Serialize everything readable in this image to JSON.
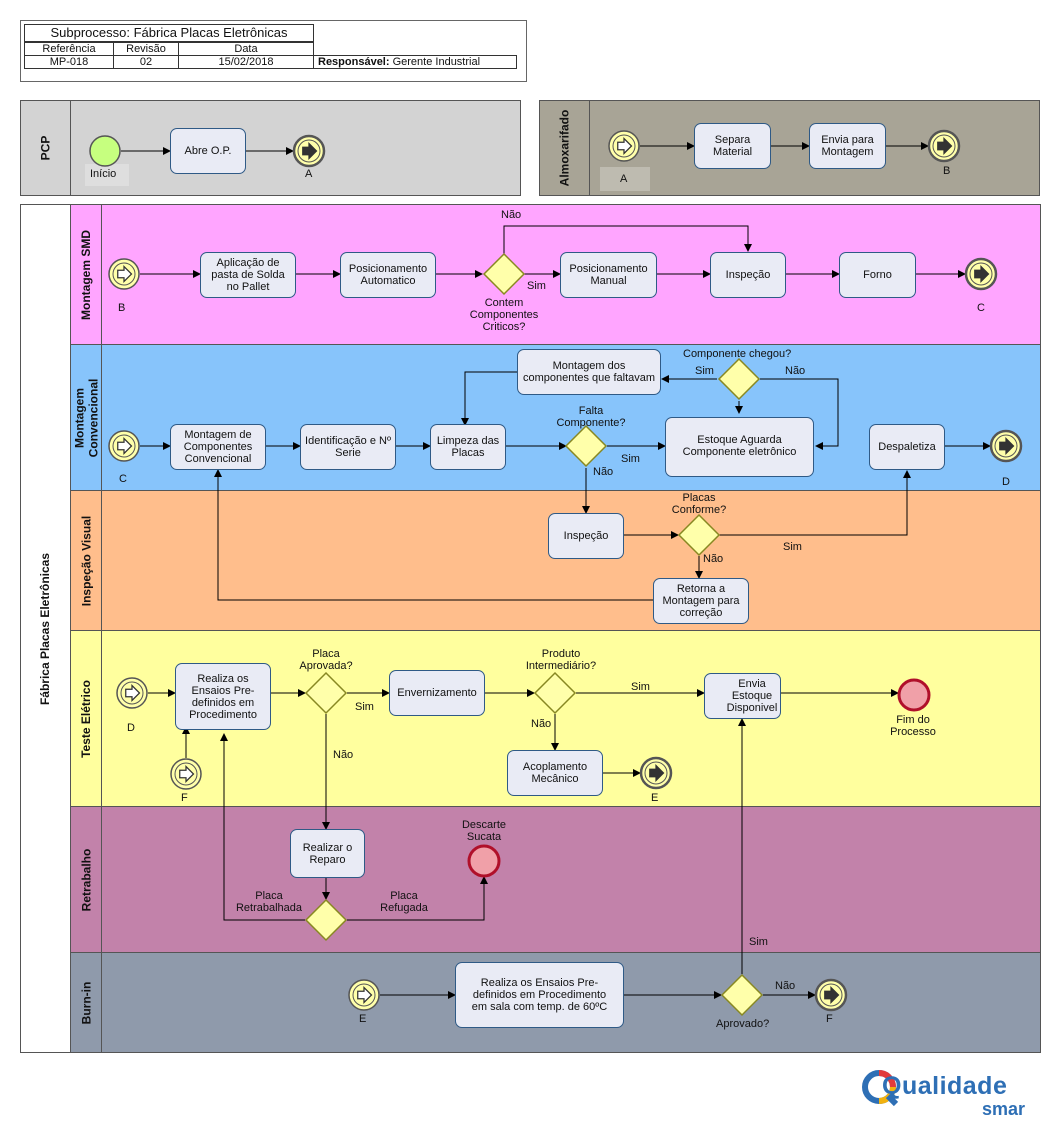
{
  "header": {
    "title": "Subprocesso: Fábrica Placas Eletrônicas",
    "col_ref": "Referência",
    "col_rev": "Revisão",
    "col_date": "Data",
    "ref": "MP-018",
    "rev": "02",
    "date": "15/02/2018",
    "resp_label": "Responsável:",
    "resp_value": "Gerente Industrial"
  },
  "pools": {
    "pcp": "PCP",
    "almox": "Almoxarifado",
    "factory": "Fábrica Placas Eletrônicas"
  },
  "lanes": {
    "smd": "Montagem SMD",
    "conv": "Montagem Convencional",
    "insp": "Inspeção Visual",
    "teste": "Teste Elétrico",
    "retra": "Retrabalho",
    "burn": "Burn-in"
  },
  "tasks": {
    "abre_op": "Abre O.P.",
    "separa": "Separa Material",
    "envia_montagem": "Envia para Montagem",
    "pasta": "Aplicação de pasta de Solda no Pallet",
    "pos_auto": "Posicionamento Automatico",
    "pos_manual": "Posicionamento Manual",
    "inspecao_smd": "Inspeção",
    "forno": "Forno",
    "mont_conv": "Montagem de Componentes Convencional",
    "ident": "Identificação e Nº Serie",
    "limpeza": "Limpeza das Placas",
    "mont_falt": "Montagem dos componentes que faltavam",
    "estoque_ag": "Estoque Aguarda Componente eletrônico",
    "despaletiza": "Despaletiza",
    "inspecao_vis": "Inspeção",
    "retorna": "Retorna a Montagem para correção",
    "ensaios": "Realiza os Ensaios Pre-definidos em Procedimento",
    "envernizamento": "Envernizamento",
    "envia_estoque": "Envia Estoque Disponivel",
    "acoplamento": "Acoplamento Mecânico",
    "reparo": "Realizar o Reparo",
    "ensaios_60": "Realiza os Ensaios Pre-definidos em Procedimento em sala com temp. de 60ºC"
  },
  "events": {
    "inicio": "Início",
    "pcp_a": "A",
    "almox_a": "A",
    "almox_b": "B",
    "smd_b": "B",
    "smd_c": "C",
    "conv_c": "C",
    "conv_d": "D",
    "teste_d": "D",
    "teste_f": "F",
    "teste_e": "E",
    "fim": "Fim do Processo",
    "descarte": "Descarte Sucata",
    "burn_e": "E",
    "burn_f": "F"
  },
  "gateways": {
    "criticos": "Contem Componentes Criticos?",
    "falta": "Falta Componente?",
    "chegou": "Componente chegou?",
    "conforme": "Placas Conforme?",
    "aprovada": "Placa Aprovada?",
    "intermediario": "Produto Intermediário?",
    "aprovado": "Aprovado?"
  },
  "flows": {
    "nao": "Não",
    "sim": "Sim",
    "retrabalhada": "Placa Retrabalhada",
    "refugada": "Placa Refugada"
  },
  "logo": {
    "name": "Qualidade",
    "sub": "smar"
  },
  "colors": {
    "pcp": "#d3d3d3",
    "almox": "#a8a496",
    "smd": "#ffa5ff",
    "conv": "#87c4fb",
    "insp": "#ffbe8c",
    "teste": "#ffff9e",
    "retra": "#c282aa",
    "burn": "#8f9aab",
    "task_fill": "#e9ebf5",
    "task_border": "#2f5a86",
    "gateway": "#ffffaa",
    "start": "#c6ff7f",
    "end": "#f0a0a8"
  }
}
